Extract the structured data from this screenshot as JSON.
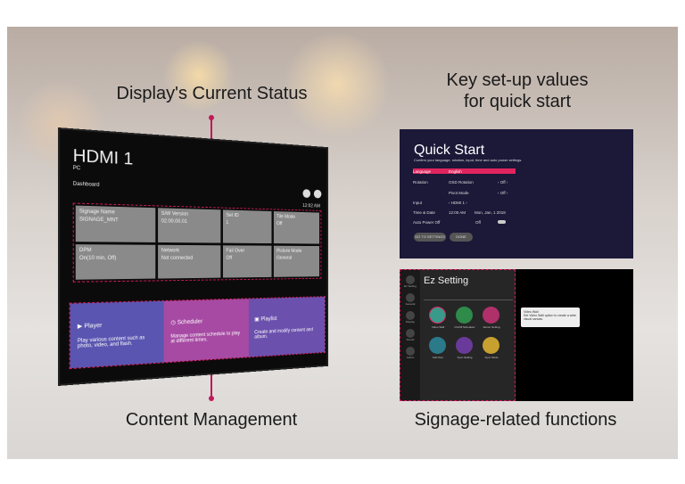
{
  "labels": {
    "status": "Display's Current Status",
    "quick": "Key set-up values\nfor quick start",
    "content": "Content Management",
    "signage": "Signage-related functions"
  },
  "tv": {
    "input": "HDMI 1",
    "source": "PC",
    "dashboard": "Dashboard",
    "time": "12:02 AM",
    "cells": [
      {
        "label": "Signage Name",
        "value": "SIGNAGE_MNT"
      },
      {
        "label": "S/W Version",
        "value": "02.00.00.01"
      },
      {
        "label": "Set ID",
        "value": "1"
      },
      {
        "label": "Tile Mode",
        "value": "Off"
      },
      {
        "label": "DPM",
        "value": "On(10 min, Off)"
      },
      {
        "label": "Network",
        "value": "Not connected"
      },
      {
        "label": "Fail Over",
        "value": "Off"
      },
      {
        "label": "Picture Mode",
        "value": "General"
      }
    ],
    "cards": [
      {
        "name": "Player",
        "desc": "Play various content such as photo, video, and flash.",
        "color": "#5a55b0"
      },
      {
        "name": "Scheduler",
        "desc": "Manage content schedule to play at different times.",
        "color": "#a64aa3"
      },
      {
        "name": "Playlist",
        "desc": "Create and modify content and album.",
        "color": "#6b50ad"
      }
    ]
  },
  "quick_start": {
    "title": "Quick Start",
    "subtitle": "Confirm your language, rotation, input, time and auto power settings.",
    "rows": [
      [
        "Language",
        "English",
        ""
      ],
      [
        "Rotation",
        "OSD Rotation",
        "Off"
      ],
      [
        "",
        "Pivot Mode",
        "Off"
      ],
      [
        "Input",
        "HDMI 1",
        ""
      ],
      [
        "Time & Date",
        "12:00 AM",
        "Mon, Jan, 1 2018"
      ],
      [
        "Auto Power Off",
        "Off",
        ""
      ]
    ],
    "buttons": [
      "GO TO SETTINGS",
      "DONE"
    ],
    "accent": "#e0245e"
  },
  "ez": {
    "title": "Ez Setting",
    "side": [
      "Ez Setting",
      "General",
      "Display",
      "Sound",
      "Admin"
    ],
    "apps": [
      {
        "name": "Video Wall",
        "color": "#3a9a8a"
      },
      {
        "name": "On/Off Scheduler",
        "color": "#2e8b4a"
      },
      {
        "name": "Server Setting",
        "color": "#b0306a"
      },
      {
        "name": "Fail Over",
        "color": "#2a7a8a"
      },
      {
        "name": "Sync Setting",
        "color": "#6a3a9a"
      },
      {
        "name": "Sync Mode",
        "color": "#c8a030"
      }
    ],
    "tooltip_title": "Video Wall",
    "tooltip_text": "Set Video Wall option to create a wide visual canvas."
  }
}
